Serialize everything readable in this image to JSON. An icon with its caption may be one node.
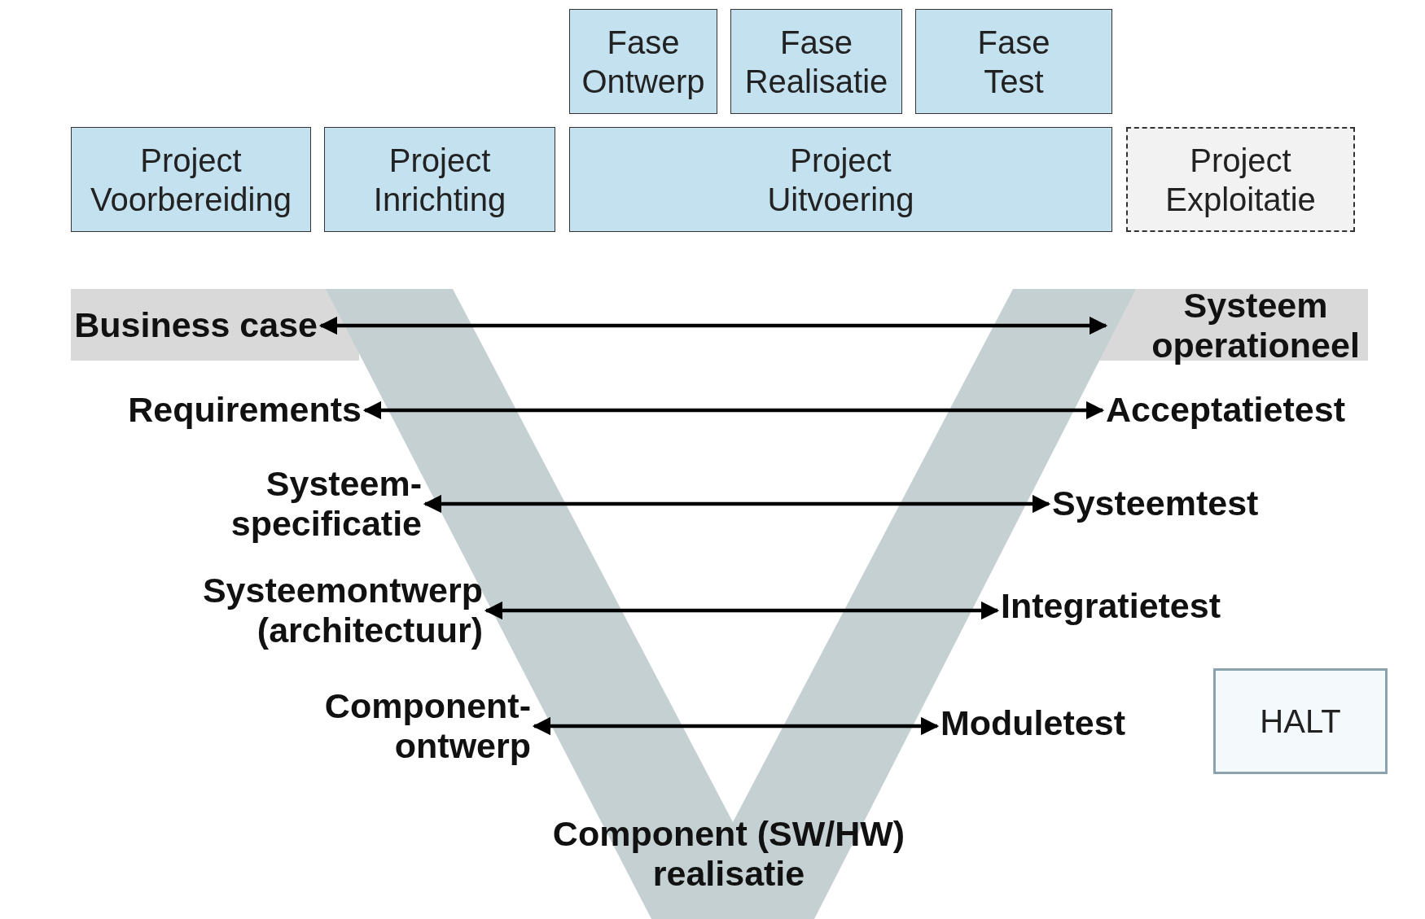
{
  "diagram": {
    "nodes": [
      {
        "text": [
          "Fase Ontwerp"
        ]
      },
      {
        "text": [
          "Fase Realisatie"
        ]
      },
      {
        "text": [
          "Fase Test"
        ]
      },
      {
        "text": [
          "Project Voorbereiding"
        ]
      },
      {
        "text": [
          "Project Inrichting"
        ]
      },
      {
        "text": [
          "Project Uitvoering"
        ]
      },
      {
        "text": [
          "Project Exploitatie"
        ]
      },
      {
        "text": [
          "Business case"
        ]
      },
      {
        "text": [
          "Systeem operationeel"
        ]
      },
      {
        "text": [
          "Requirements"
        ]
      },
      {
        "text": [
          "Acceptatietest"
        ]
      },
      {
        "text": [
          "Systeem- specificatie"
        ]
      },
      {
        "text": [
          "Systeemtest"
        ]
      },
      {
        "text": [
          "Systeemontwerp (architectuur)"
        ]
      },
      {
        "text": [
          "Integratietest"
        ]
      },
      {
        "text": [
          "Component- ontwerp"
        ]
      },
      {
        "text": [
          "Moduletest"
        ]
      },
      {
        "text": [
          "HALT"
        ]
      }
    ],
    "edges": [
      {
        "from": 7,
        "to": 8,
        "arrow": "both"
      },
      {
        "from": 9,
        "to": 10,
        "arrow": "both"
      },
      {
        "from": 11,
        "to": 12,
        "arrow": "both"
      },
      {
        "from": 13,
        "to": 14,
        "arrow": "both"
      },
      {
        "from": 15,
        "to": 16,
        "arrow": "both"
      }
    ],
    "labels": [
      "Component (SW/HW) realisatie"
    ]
  }
}
